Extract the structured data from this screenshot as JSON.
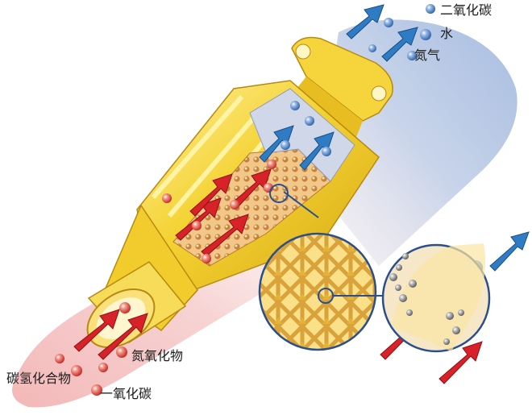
{
  "labels": {
    "carbon_dioxide": "二氧化碳",
    "water": "水",
    "nitrogen": "氮气",
    "nitrogen_oxides": "氮氧化物",
    "hydrocarbons": "碳氢化合物",
    "carbon_monoxide": "一氧化碳"
  },
  "colors": {
    "outlet_band": "#9fb8dc",
    "inlet_band": "#e9a3a3",
    "converter_shell": "#f2cf2e",
    "converter_shadow": "#c99a10",
    "honeycomb": "#e8b86a",
    "inlet_arrow": "#d8222a",
    "outlet_arrow": "#2f7cc4",
    "pollutant_ball": "#d9342b",
    "clean_ball": "#3a6fb8"
  },
  "icons": [
    "red-molecule-icon",
    "blue-molecule-icon",
    "gray-molecule-icon",
    "red-arrow-icon",
    "blue-arrow-icon"
  ]
}
